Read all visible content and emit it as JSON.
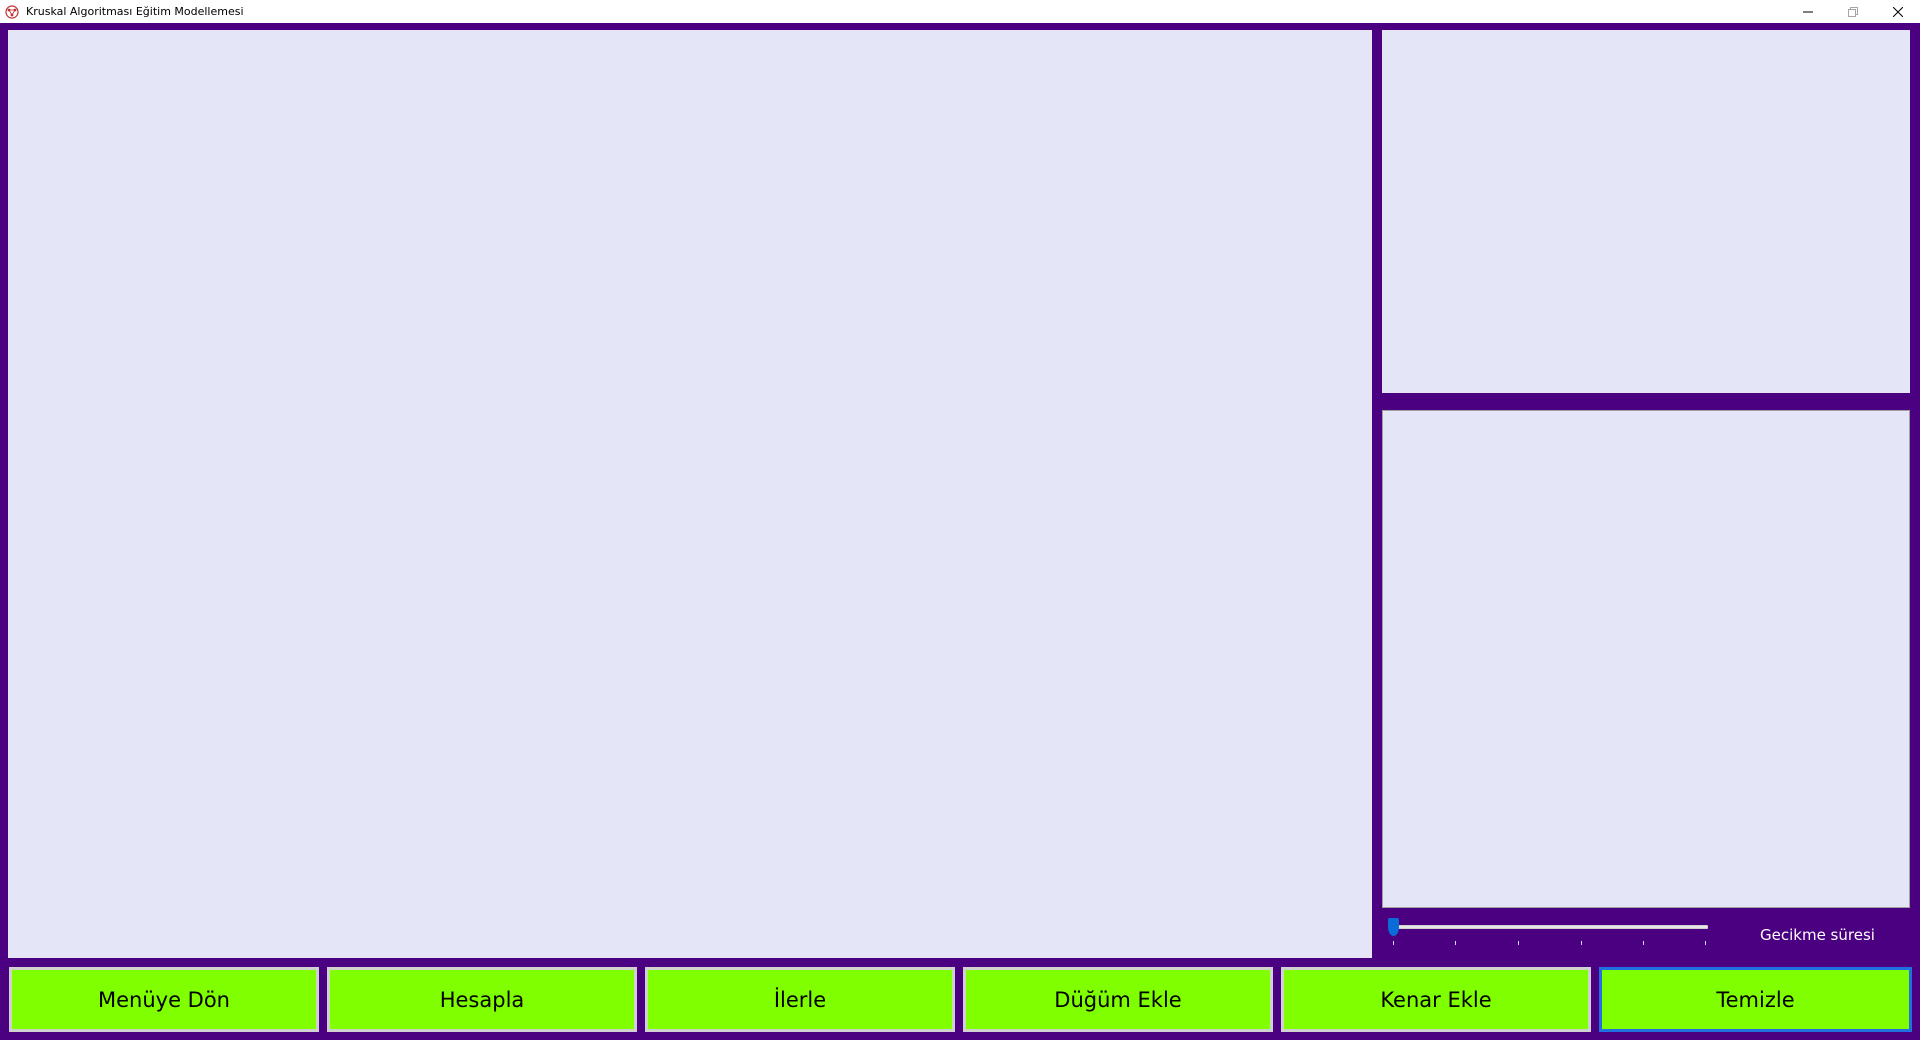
{
  "window": {
    "title": "Kruskal Algoritması Eğitim Modellemesi",
    "icons": {
      "app": "graph-app-icon",
      "minimize": "minimize-icon",
      "restore": "restore-icon",
      "close": "close-icon"
    }
  },
  "colors": {
    "background": "#4b0082",
    "panel": "#e4e6f8",
    "button": "#7fff00",
    "slider_accent": "#0a6cd6"
  },
  "slider": {
    "label": "Gecikme süresi",
    "value": 0
  },
  "buttons": {
    "menu_label": "Menüye Dön",
    "calculate_label": "Hesapla",
    "next_label": "İlerle",
    "add_node_label": "Düğüm Ekle",
    "add_edge_label": "Kenar Ekle",
    "clear_label": "Temizle"
  }
}
